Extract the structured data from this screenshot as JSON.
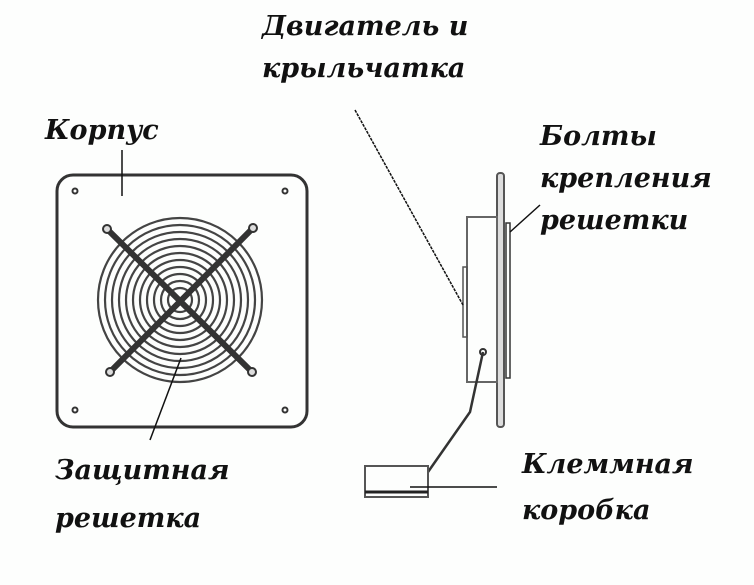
{
  "labels": {
    "motor_line1": "Двигатель и",
    "motor_line2": "крыльчатка",
    "housing": "Корпус",
    "bolts_line1": "Болты",
    "bolts_line2": "крепления",
    "bolts_line3": "решетки",
    "grille_line1": "Защитная",
    "grille_line2": "решетка",
    "terminal_line1": "Клеммная",
    "terminal_line2": "коробка"
  },
  "colors": {
    "line": "#222222",
    "panel": "#555555"
  }
}
